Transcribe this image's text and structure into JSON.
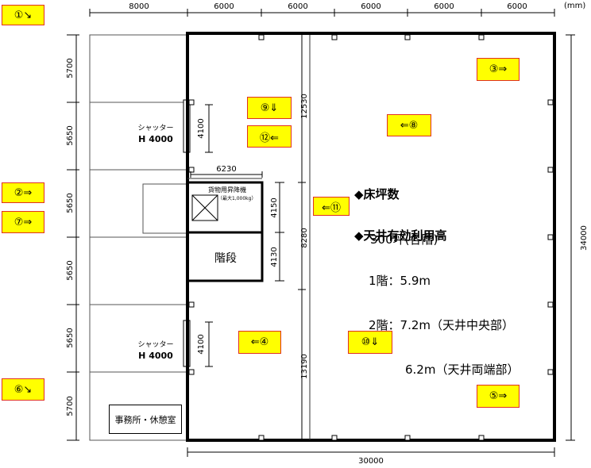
{
  "unit": "(mm)",
  "dimensions": {
    "top": [
      "8000",
      "6000",
      "6000",
      "6000",
      "6000",
      "6000"
    ],
    "left": [
      "5700",
      "5650",
      "5650",
      "5650",
      "5650",
      "5700"
    ],
    "right": "34000",
    "bottom": "30000",
    "inner": {
      "d12530": "12530",
      "d8280": "8280",
      "d13190": "13190",
      "d6230": "6230",
      "d4150": "4150",
      "d4130": "4130",
      "d4100a": "4100",
      "d4100b": "4100"
    }
  },
  "rooms": {
    "shutter_label": "シャッター",
    "shutter_height": "H 4000",
    "lift_label": "貨物用昇降機",
    "lift_capacity": "（最大1,000kg）",
    "stairs": "階段",
    "office": "事務所・休憩室"
  },
  "info": {
    "floor_area_heading": "◆床坪数",
    "floor_area_value": "300坪(各階)",
    "ceiling_heading": "◆天井有効利用高",
    "floor1": "1階：5.9m",
    "floor2": "2階：7.2m（天井中央部）",
    "floor2b": "6.2m（天井両端部）"
  },
  "photo_points": [
    {
      "id": "p1",
      "label": "①↘"
    },
    {
      "id": "p2",
      "label": "②⇒"
    },
    {
      "id": "p3",
      "label": "③⇒"
    },
    {
      "id": "p4",
      "label": "⇐④"
    },
    {
      "id": "p5",
      "label": "⑤⇒"
    },
    {
      "id": "p6",
      "label": "⑥↘"
    },
    {
      "id": "p7",
      "label": "⑦⇒"
    },
    {
      "id": "p8",
      "label": "⇐⑧"
    },
    {
      "id": "p9",
      "label": "⑨⇓"
    },
    {
      "id": "p10",
      "label": "⑩⇓"
    },
    {
      "id": "p11",
      "label": "⇐⑪"
    },
    {
      "id": "p12",
      "label": "⑫⇐"
    }
  ]
}
